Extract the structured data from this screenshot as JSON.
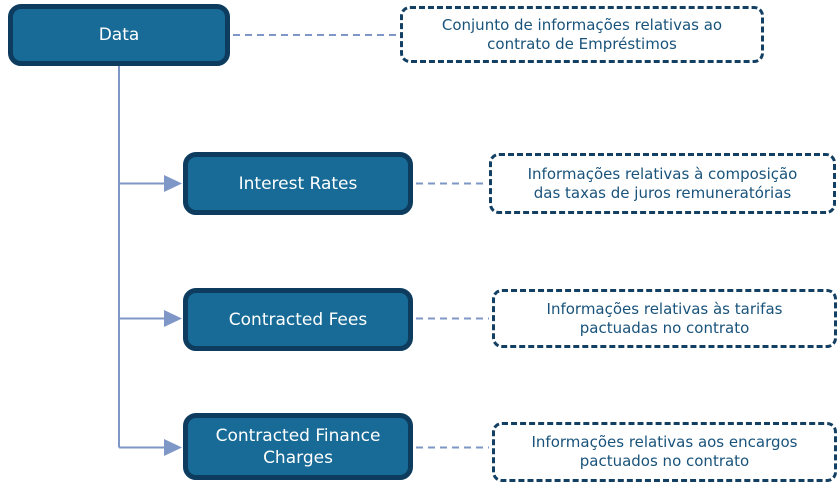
{
  "diagram": {
    "title": "Loan contract data tree",
    "root": {
      "label": "Data",
      "note": "Conjunto de informações relativas ao\ncontrato de Empréstimos"
    },
    "children": [
      {
        "label": "Interest Rates",
        "note": "Informações relativas à composição\ndas taxas de juros remuneratórias"
      },
      {
        "label": "Contracted Fees",
        "note": "Informações relativas às tarifas\npactuadas no contrato"
      },
      {
        "label": "Contracted Finance\nCharges",
        "note": "Informações relativas aos encargos\npactuados no contrato"
      }
    ],
    "colors": {
      "node_fill": "#176b96",
      "node_border": "#0d3c5f",
      "node_text": "#ffffff",
      "note_border": "#133f63",
      "note_text": "#19537b",
      "connector": "#7e97c6",
      "background": "#ffffff"
    }
  }
}
